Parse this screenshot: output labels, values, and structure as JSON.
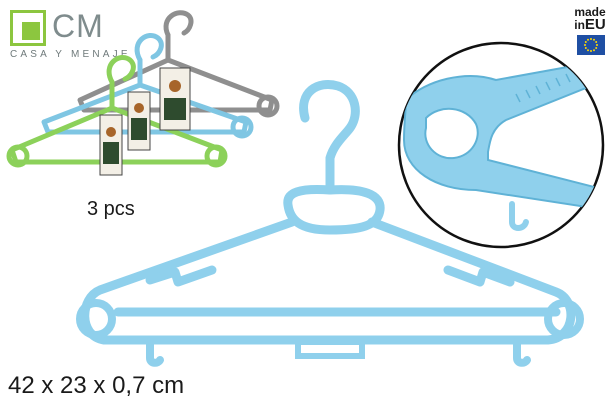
{
  "brand": {
    "name": "CM",
    "tagline": "CASA Y MENAJE",
    "mark_color": "#8cc63f"
  },
  "origin_badge": {
    "line1": "made",
    "line2_prefix": "in",
    "line2_region": "EU",
    "flag_icon": "eu-flag-icon"
  },
  "pack": {
    "count_label": "3 pcs",
    "colors": [
      "#9e9e9e",
      "#7fc6e3",
      "#8cd15a"
    ]
  },
  "product": {
    "dimensions_label": "42 x 23 x 0,7 cm",
    "color": "#8fd0ec"
  }
}
